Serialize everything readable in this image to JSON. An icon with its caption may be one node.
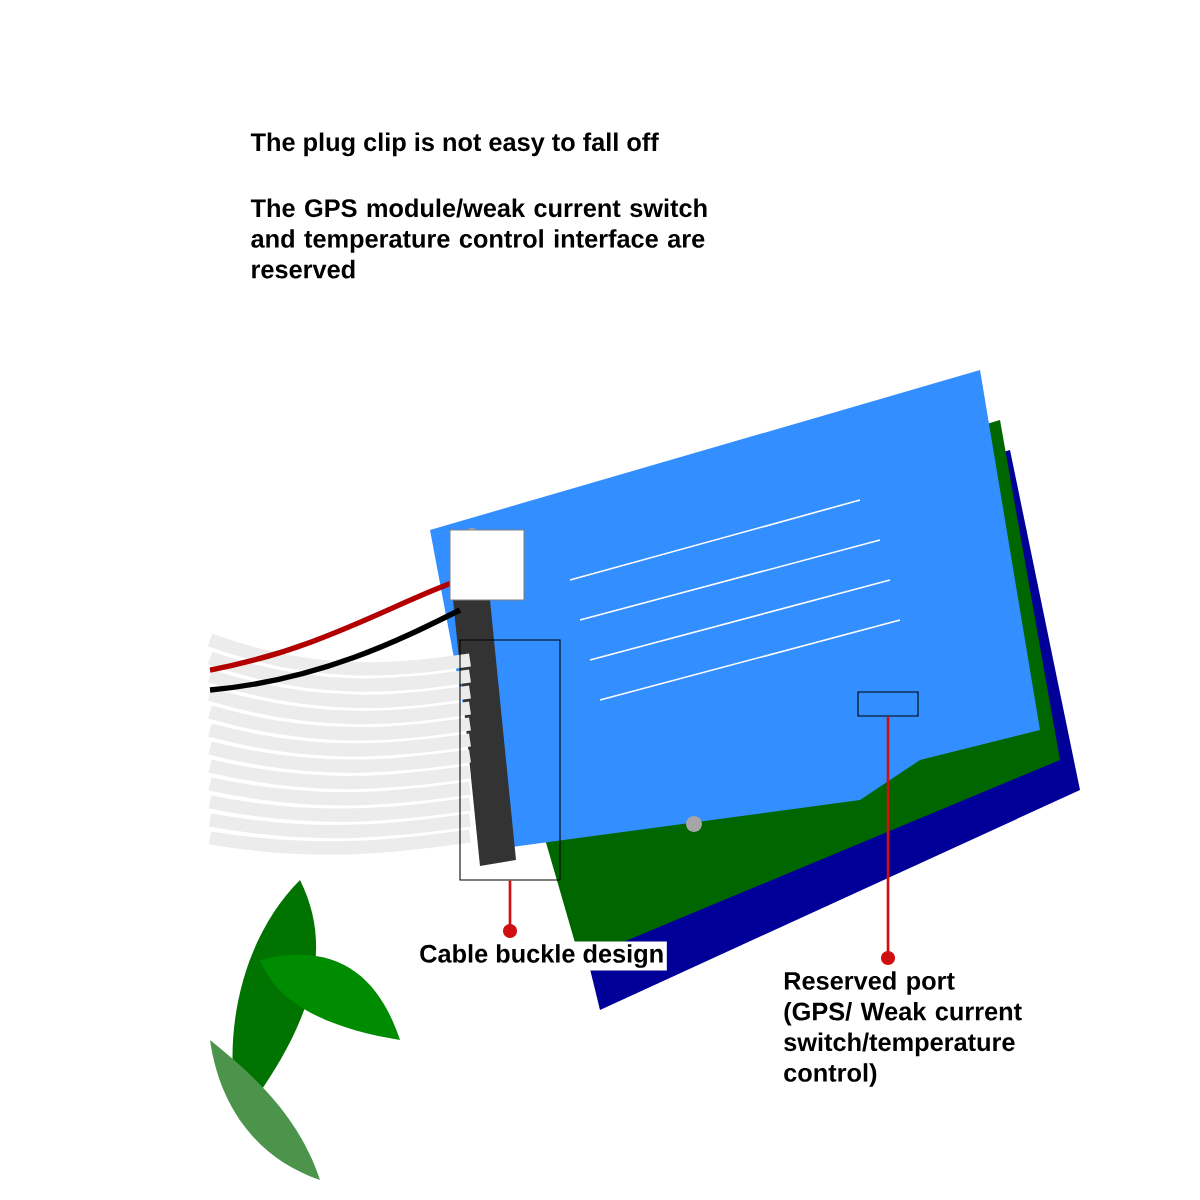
{
  "diagram": {
    "nodes": [
      {
        "text": [
          "Cable buckle design"
        ]
      },
      {
        "text": [
          "Reserved port (GPS/ Weak current switch/temperature control)"
        ]
      },
      {
        "text": [],
        "shape": "box"
      },
      {
        "text": [],
        "shape": "box"
      }
    ],
    "edges": [
      {
        "from": 0,
        "to": 2,
        "arrow": "other"
      },
      {
        "from": 1,
        "to": 3,
        "arrow": "other"
      }
    ],
    "labels": [
      "The plug clip is not easy to fall off",
      "The GPS module/weak current switch and temperature control interface are reserved"
    ]
  }
}
